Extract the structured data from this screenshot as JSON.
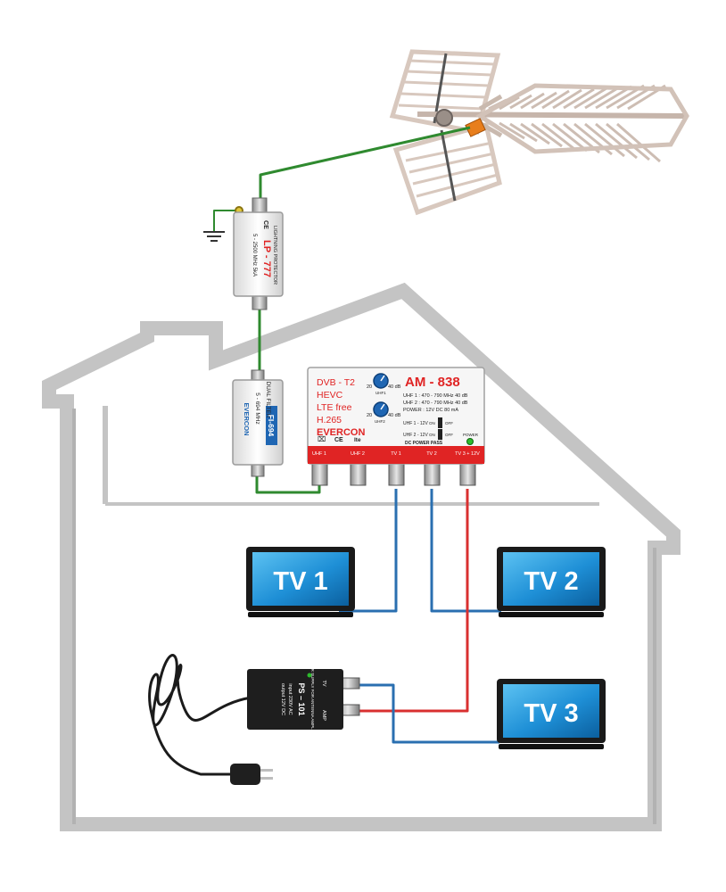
{
  "antenna": {
    "name": "antenna"
  },
  "protector": {
    "brand": "CE",
    "model": "LP - 777",
    "title": "LIGHTNING PROTECTOR",
    "spec": "5 - 2500 MHz 5kA"
  },
  "filter": {
    "title": "DUAL FILTER",
    "spec": "5 - 694 MHz",
    "model": "FI-694",
    "brand": "EVERCON"
  },
  "amplifier": {
    "lines": [
      "DVB - T2",
      "HEVC",
      "LTE free",
      "H.265"
    ],
    "brand": "EVERCON",
    "model": "AM - 838",
    "specs": [
      "UHF 1 : 470 - 790 MHz 40 dB",
      "UHF 2 : 470 - 790 MHz 40 dB",
      "POWER : 12V DC 80 mA"
    ],
    "knob_min": "20",
    "knob_max": "40 dB",
    "knob1_label": "UHF1",
    "knob2_label": "UHF2",
    "switch1_label": "UHF 1 - 12V",
    "switch2_label": "UHF 2 - 12V",
    "switch_on": "ON",
    "switch_off": "OFF",
    "dc_pass": "DC POWER PASS",
    "power_label": "POWER",
    "ce": "CE",
    "lte": "lte",
    "ports": [
      "UHF 1",
      "UHF 2",
      "TV 1",
      "TV 2",
      "TV 3 + 12V"
    ]
  },
  "tvs": [
    {
      "label": "TV 1"
    },
    {
      "label": "TV 2"
    },
    {
      "label": "TV 3"
    }
  ],
  "psu": {
    "tv_label": "TV",
    "amp_label": "AMP",
    "title": "POWER SUPPLY FOR ANTENNA AMPLIFIERS",
    "model": "PS – 101",
    "input": "input 230V AC",
    "output": "output 12V DC"
  },
  "colors": {
    "house": "#c4c4c4",
    "house_shadow": "#9e9e9e",
    "coax_antenna": "#2f8a2f",
    "coax_tv": "#2a6fb0",
    "coax_power": "#d93030",
    "amp_red": "#e02424",
    "tv_screen": "#1e8fd6",
    "evercon_blue": "#1f66b3"
  }
}
